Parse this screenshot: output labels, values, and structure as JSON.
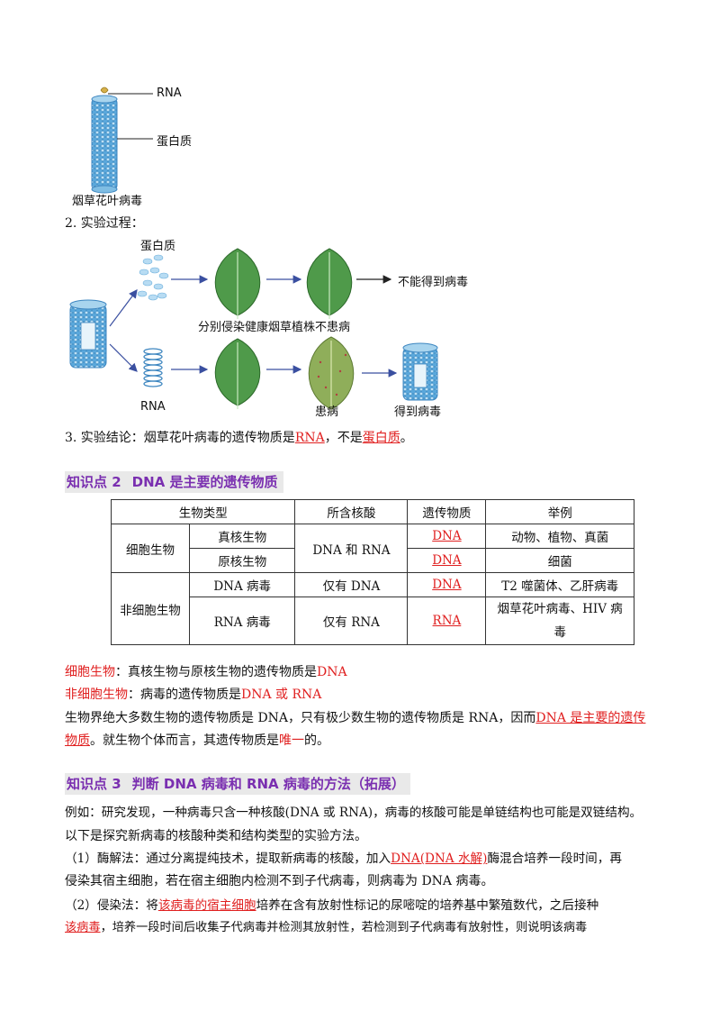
{
  "figure1": {
    "label_rna": "RNA",
    "label_protein": "蛋白质",
    "caption": "烟草花叶病毒"
  },
  "section2_title": "2. 实验过程：",
  "figure2": {
    "label_protein": "蛋白质",
    "label_infect": "分别侵染健康烟草植株",
    "label_no_disease": "不患病",
    "label_no_virus": "不能得到病毒",
    "label_rna": "RNA",
    "label_disease": "患病",
    "label_get_virus": "得到病毒"
  },
  "conclusion": {
    "prefix": "3. 实验结论：烟草花叶病毒的遗传物质是",
    "answer1": "RNA",
    "middle": "，不是",
    "answer2": "蛋白质",
    "suffix": "。"
  },
  "kp2": {
    "number": "知识点 2",
    "title": "DNA 是主要的遗传物质"
  },
  "table": {
    "headers": [
      "生物类型",
      "所含核酸",
      "遗传物质",
      "举例"
    ],
    "group1": "细胞生物",
    "group2": "非细胞生物",
    "rows": [
      {
        "type": "真核生物",
        "acid": "DNA 和 RNA",
        "material": "DNA",
        "example": "动物、植物、真菌"
      },
      {
        "type": "原核生物",
        "material": "DNA",
        "example": "细菌"
      },
      {
        "type": "DNA 病毒",
        "acid": "仅有 DNA",
        "material": "DNA",
        "example": "T2 噬菌体、乙肝病毒"
      },
      {
        "type": "RNA 病毒",
        "acid": "仅有 RNA",
        "material": "RNA",
        "example_line1": "烟草花叶病毒、HIV 病",
        "example_line2": "毒"
      }
    ]
  },
  "notes": {
    "n1_label": "细胞生物",
    "n1_text": "：真核生物与原核生物的遗传物质是",
    "n1_answer": "DNA",
    "n2_label": "非细胞生物",
    "n2_text": "：病毒的遗传物质是",
    "n2_answer": "DNA 或 RNA",
    "n3_line1": "生物界绝大多数生物的遗传物质是 DNA，只有极少数生物的遗传物质是 RNA，因而",
    "n3_answer_a": "DNA 是主要的遗传",
    "n3_answer_b": "物质",
    "n3_line2_rest": "。就生物个体而言，其遗传物质是",
    "n3_answer2": "唯一",
    "n3_end": "的。"
  },
  "kp3": {
    "number": "知识点 3",
    "title": "判断 DNA 病毒和 RNA 病毒的方法（拓展）"
  },
  "methods": {
    "intro1": "例如：研究发现，一种病毒只含一种核酸(DNA 或 RNA)，病毒的核酸可能是单链结构也可能是双链结构。",
    "intro2": "以下是探究新病毒的核酸种类和结构类型的实验方法。",
    "m1_a": "（1）酶解法：通过分离提纯技术，提取新病毒的核酸，加入",
    "m1_answer": "DNA(DNA 水解)",
    "m1_b": "酶混合培养一段时间，再",
    "m1_c": "侵染其宿主细胞，若在宿主细胞内检测不到子代病毒，则病毒为 DNA 病毒。",
    "m2_a": "（2）侵染法：将",
    "m2_answer": "该病毒的宿主细胞",
    "m2_b": "培养在含有放射性标记的尿嘧啶的培养基中繁殖数代，之后接种",
    "m2_answer2": "该病毒",
    "m2_c": "，培养一段时间后收集子代病毒并检测其放射性，若检测到子代病毒有放射性，则说明该病毒"
  }
}
